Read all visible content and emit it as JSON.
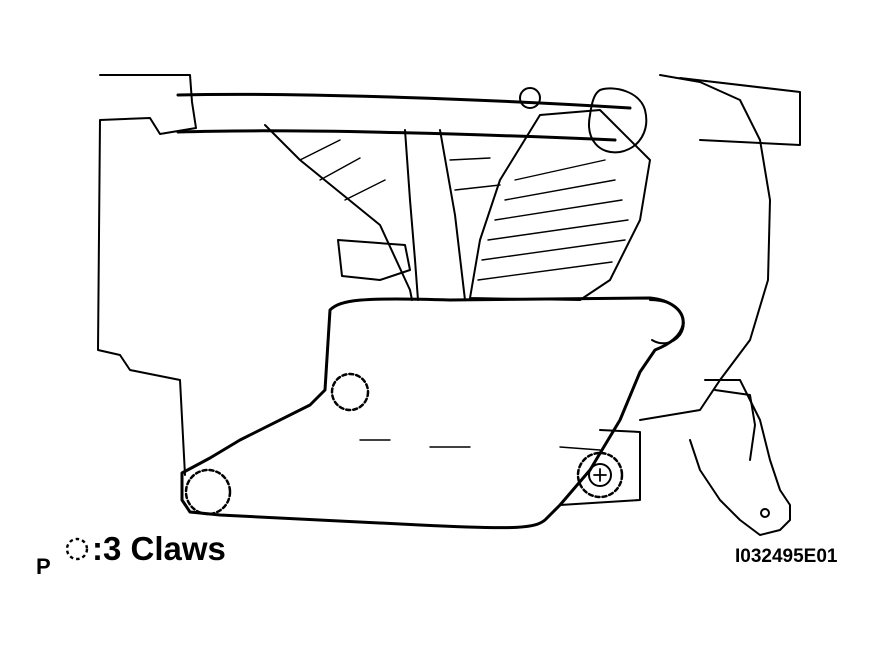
{
  "diagram": {
    "view_label": "P",
    "legend_count": "3",
    "legend_text": ":3 Claws",
    "figure_code": "I032495E01",
    "icon": "dashed-circle-claw-icon"
  }
}
